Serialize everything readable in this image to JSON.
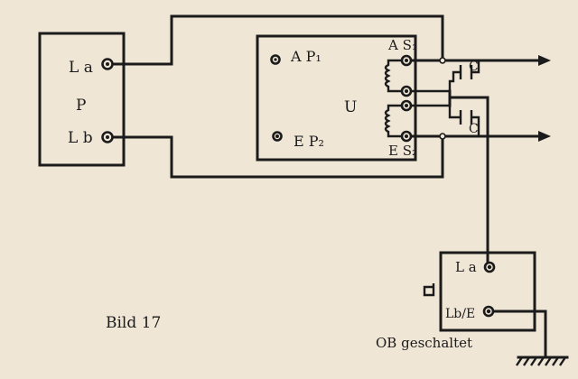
{
  "caption": "Bild 17",
  "mode_label": "OB geschaltet",
  "box_p": {
    "title": "P",
    "terminal_a": "L a",
    "terminal_b": "L b"
  },
  "box_u": {
    "title": "U",
    "ap1": "A P₁",
    "ep2": "E P₂",
    "as1": "A S₁",
    "es2": "E S₂"
  },
  "capacitors": {
    "upper": "C",
    "lower": "C"
  },
  "box_ob": {
    "terminal_a": "L a",
    "terminal_b": "Lb/E"
  },
  "colors": {
    "ink": "#1b1b1b",
    "paper": "#efe6d6"
  },
  "icons": [
    "terminal-screw-icon",
    "coil-icon",
    "capacitor-icon",
    "ground-icon",
    "arrow-right-icon"
  ]
}
